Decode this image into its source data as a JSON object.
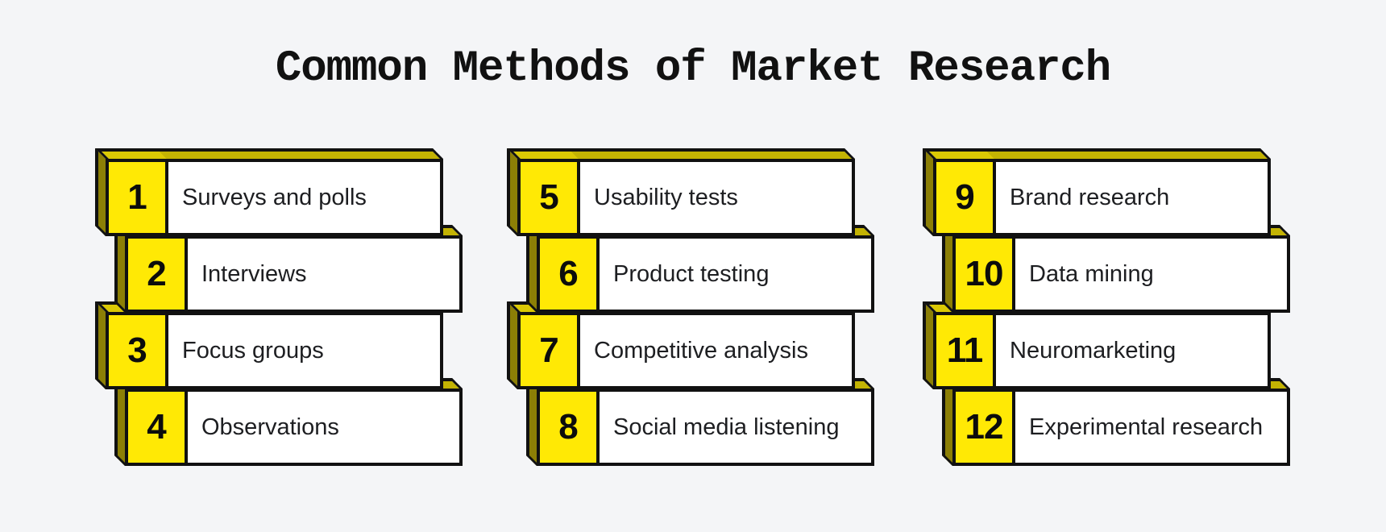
{
  "title": "Common Methods of Market Research",
  "colors": {
    "bg": "#f4f5f7",
    "ink": "#111111",
    "label-ink": "#1d1e21",
    "yellow": "#ffe905",
    "top-olive": "#c3b303",
    "top-olive-bright": "#dbc904",
    "side-olive": "#8c7f06",
    "paper": "#ffffff"
  },
  "columns": [
    {
      "items": [
        {
          "number": "1",
          "label": "Surveys and polls"
        },
        {
          "number": "2",
          "label": "Interviews"
        },
        {
          "number": "3",
          "label": "Focus groups"
        },
        {
          "number": "4",
          "label": "Observations"
        }
      ]
    },
    {
      "items": [
        {
          "number": "5",
          "label": "Usability tests"
        },
        {
          "number": "6",
          "label": "Product testing"
        },
        {
          "number": "7",
          "label": "Competitive analysis"
        },
        {
          "number": "8",
          "label": "Social media listening"
        }
      ]
    },
    {
      "items": [
        {
          "number": "9",
          "label": "Brand research"
        },
        {
          "number": "10",
          "label": "Data mining"
        },
        {
          "number": "11",
          "label": "Neuromarketing"
        },
        {
          "number": "12",
          "label": "Experimental research"
        }
      ]
    }
  ]
}
